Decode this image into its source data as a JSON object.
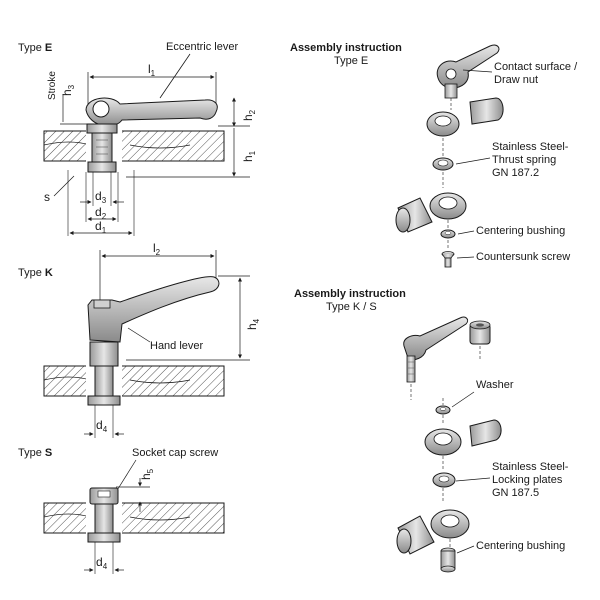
{
  "left": {
    "type_e": {
      "prefix": "Type ",
      "letter": "E"
    },
    "type_k": {
      "prefix": "Type ",
      "letter": "K"
    },
    "type_s": {
      "prefix": "Type ",
      "letter": "S"
    },
    "eccentric_lever": "Eccentric lever",
    "hand_lever": "Hand lever",
    "socket_cap_screw": "Socket cap screw",
    "stroke": "Stroke",
    "s": "s",
    "dims": {
      "l": "l",
      "h": "h",
      "d": "d",
      "sub1": "1",
      "sub2": "2",
      "sub3": "3",
      "sub4": "4",
      "sub5": "5"
    }
  },
  "right": {
    "assembly_e": {
      "title": "Assembly instruction",
      "subtitle": "Type E"
    },
    "assembly_ks": {
      "title": "Assembly instruction",
      "subtitle": "Type K / S"
    },
    "contact_surface_1": "Contact surface /",
    "contact_surface_2": "Draw nut",
    "thrust_spring_1": "Stainless Steel-",
    "thrust_spring_2": "Thrust spring",
    "thrust_spring_3": "GN 187.2",
    "centering_bushing": "Centering bushing",
    "countersunk_screw": "Countersunk screw",
    "washer": "Washer",
    "locking_plates_1": "Stainless Steel-",
    "locking_plates_2": "Locking plates",
    "locking_plates_3": "GN 187.5",
    "centering_bushing_2": "Centering bushing"
  }
}
